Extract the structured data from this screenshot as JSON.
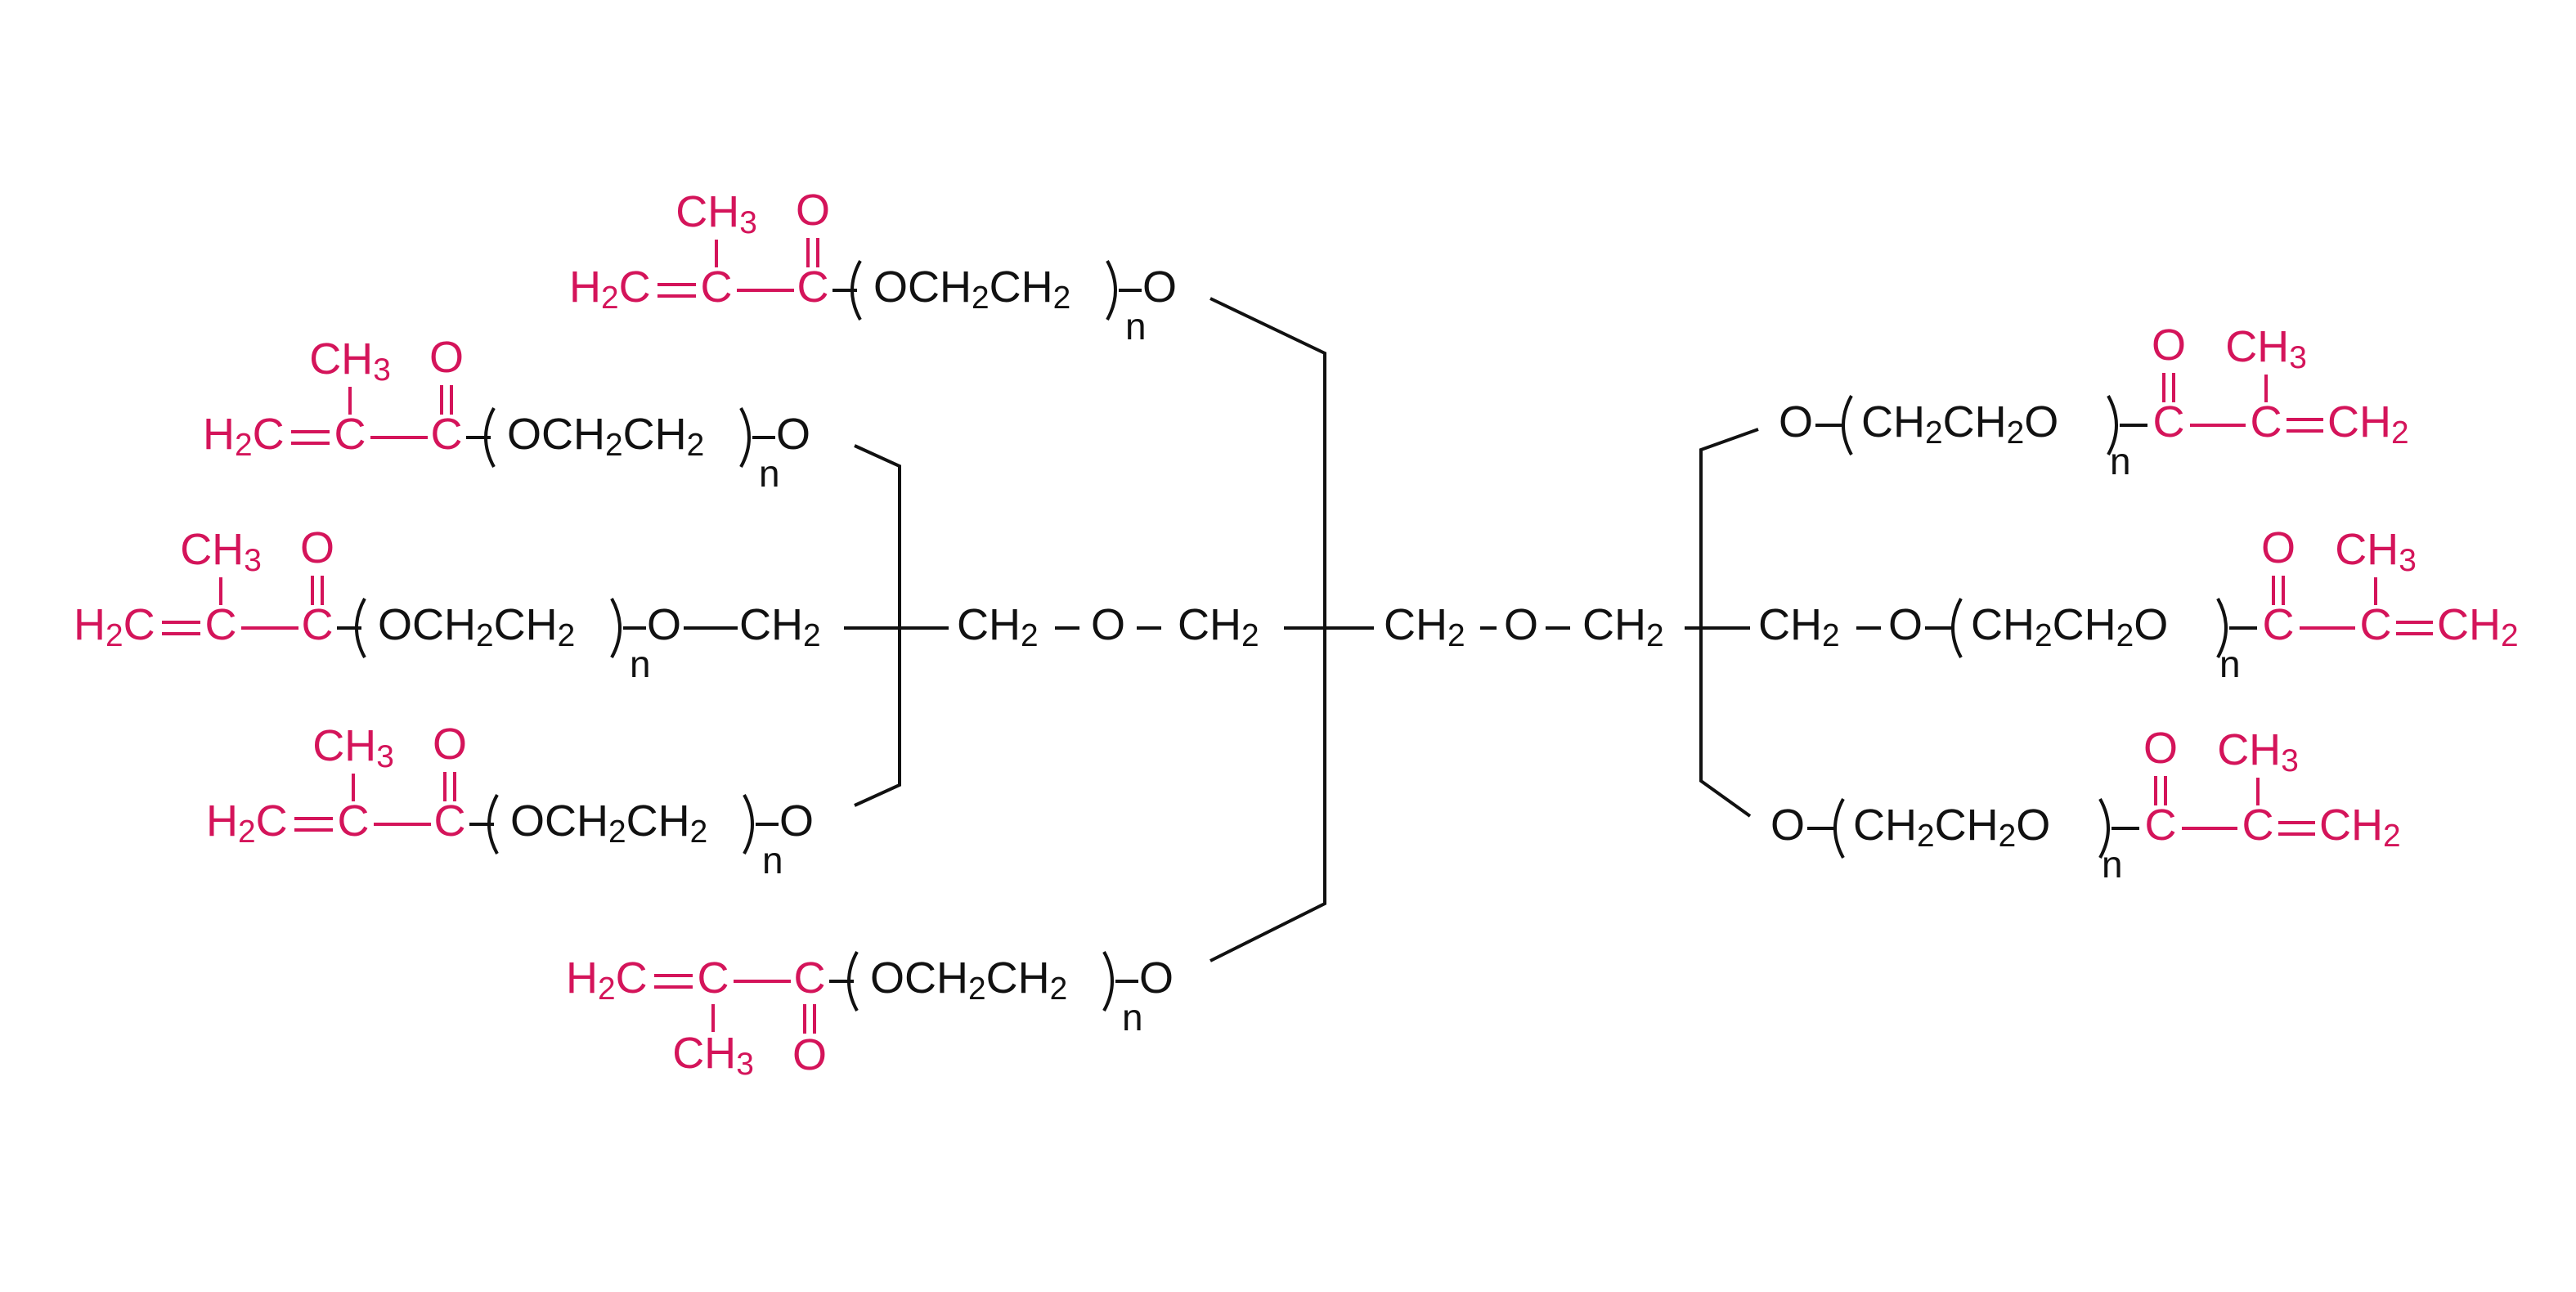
{
  "colors": {
    "ink": "#111111",
    "accent": "#d4145a"
  },
  "labels": {
    "methacrylate": {
      "h2c": "H",
      "h2c_sub": "2",
      "h2c_c": "C",
      "dbl": "=",
      "c": "C",
      "ch3": "CH3",
      "o": "O"
    },
    "peg_left": "OCH2CH2",
    "peg_right": "CH2CH2O",
    "repeat_n": "n",
    "ether_o": "O",
    "ch2": "CH2",
    "core_o": "O"
  },
  "text": {
    "h2c": "H2C",
    "c": "C",
    "ch3": "CH3",
    "o": "O",
    "n": "n",
    "och2ch2": "OCH2CH2",
    "ch2ch2o": "CH2CH2O",
    "ch2": "CH2",
    "ch2r": "CH2"
  }
}
